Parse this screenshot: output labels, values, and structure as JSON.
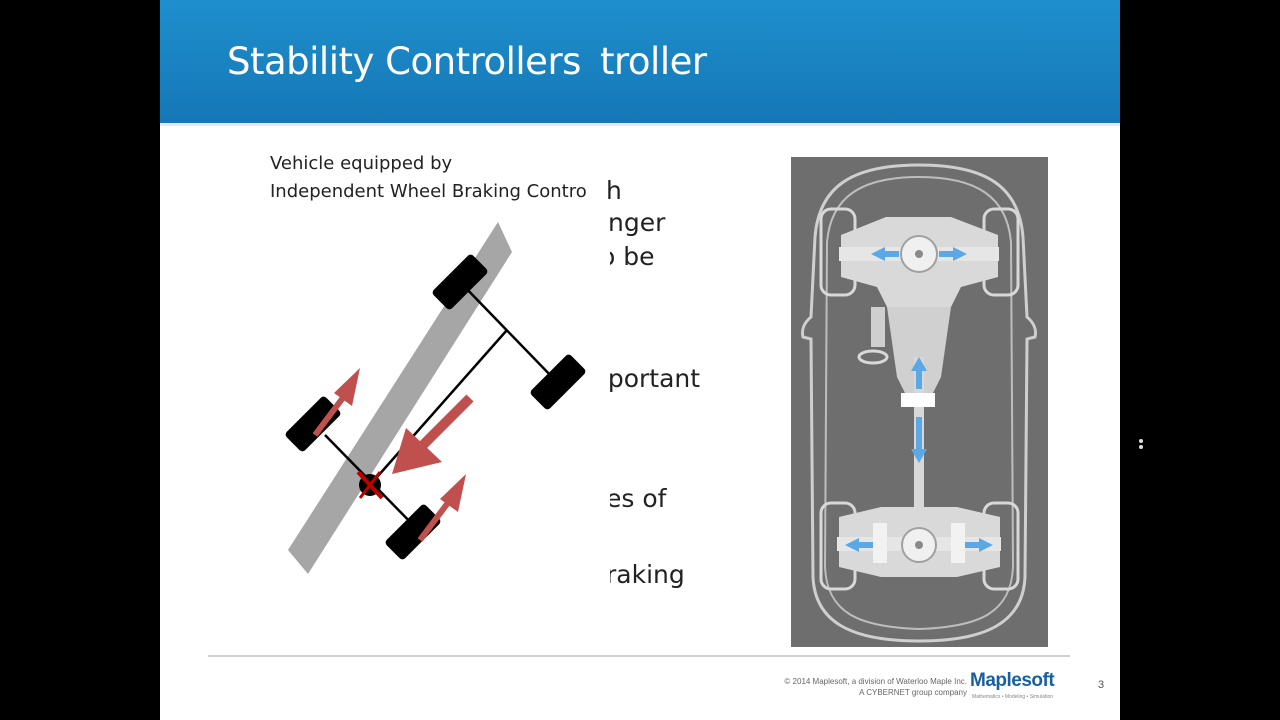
{
  "slide": {
    "title": "Stability Controllers",
    "title_overlap": "troller",
    "caption_line1": "Vehicle equipped by",
    "caption_line2": "Independent Wheel Braking Contro",
    "bullet_fragments": [
      {
        "id": "h",
        "text": "h"
      },
      {
        "id": "nger",
        "text": "nger"
      },
      {
        "id": "be",
        "text": "o be"
      },
      {
        "id": "nportant",
        "text": "nportant"
      },
      {
        "id": "es-of",
        "text": "es of"
      },
      {
        "id": "raking",
        "text": "raking"
      }
    ],
    "copyright_line1": "© 2014 Maplesoft, a division of Waterloo Maple Inc.",
    "copyright_line2": "A CYBERNET group company",
    "logo_text": "Maplesoft",
    "logo_tagline": "Mathematics • Modeling • Simulation",
    "page_number": "3"
  },
  "colors": {
    "header_blue": "#1782c2",
    "arrow_red": "#c0504d",
    "car_panel": "#6e6e6e",
    "flow_blue": "#5aa9e6"
  },
  "icons": {
    "side_icon": "dots-icon"
  }
}
